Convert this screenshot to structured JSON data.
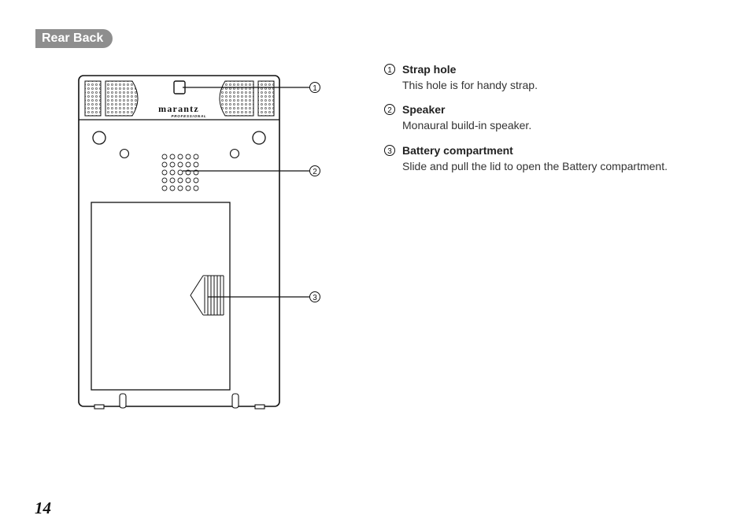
{
  "section": {
    "title": "Rear Back"
  },
  "device": {
    "brand": "marantz",
    "subbrand": "PROFESSIONAL"
  },
  "callouts": [
    {
      "number": "1",
      "title": "Strap hole",
      "description": "This hole is for handy strap."
    },
    {
      "number": "2",
      "title": "Speaker",
      "description": "Monaural build-in speaker."
    },
    {
      "number": "3",
      "title": "Battery compartment",
      "description": "Slide and pull the lid to open the Battery compartment."
    }
  ],
  "page": {
    "number": "14"
  }
}
